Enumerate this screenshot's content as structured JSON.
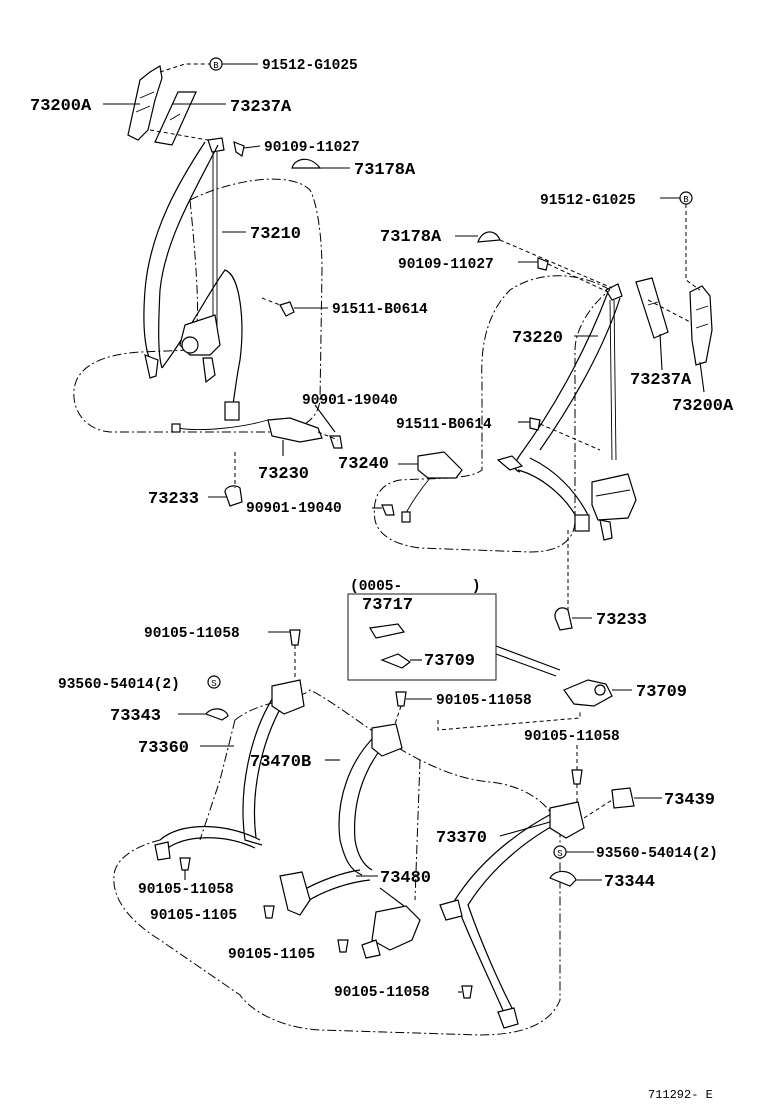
{
  "labels": {
    "p73200A_l": "73200A",
    "p73237A_l": "73237A",
    "p91512_l": "91512-G1025",
    "p90109_l": "90109-11027",
    "p73178A_l": "73178A",
    "p73210": "73210",
    "p91511_l": "91511-B0614",
    "p90901_la": "90901-19040",
    "p73230": "73230",
    "p73240": "73240",
    "p73233_l": "73233",
    "p90901_lb": "90901-19040",
    "p91512_r": "91512-G1025",
    "p73178A_r": "73178A",
    "p90109_r": "90109-11027",
    "p73220": "73220",
    "p73237A_r": "73237A",
    "p73200A_r": "73200A",
    "p91511_r": "91511-B0614",
    "p73233_r": "73233",
    "p0005": "(0005-        )",
    "p73717": "73717",
    "p73709_box": "73709",
    "p73709": "73709",
    "p90105_a": "90105-11058",
    "p93560_l": "93560-54014(2)",
    "p73343": "73343",
    "p73360": "73360",
    "p90105_b": "90105-11058",
    "p73470B": "73470B",
    "p90105_c": "90105-11058",
    "p73439": "73439",
    "p73370": "73370",
    "p93560_r": "93560-54014(2)",
    "p73344": "73344",
    "p90105_d": "90105-11058",
    "p73480": "73480",
    "p90105_e": "90105-1105",
    "p90105_f": "90105-1105",
    "p90105_g": "90105-11058",
    "code": "711292- E"
  },
  "markers": {
    "b": "B",
    "s": "S"
  }
}
